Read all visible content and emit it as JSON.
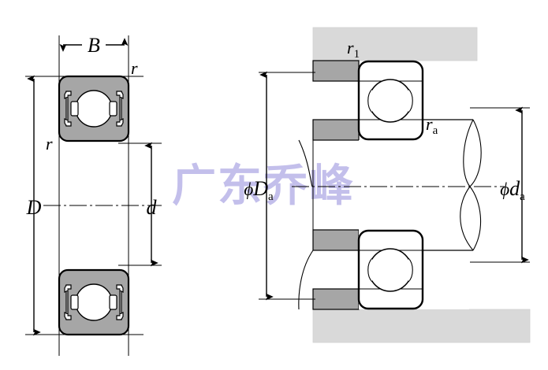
{
  "drawing": {
    "title": "Deep groove ball bearing sectional drawing with mounting dimensions",
    "background_color": "#ffffff",
    "line_color": "#000000",
    "seal_fill_color": "#a6a6a6",
    "housing_fill_color": "#d9d9d9",
    "shaft_fill_color": "#ffffff",
    "shoulder_fill_color": "#a6a6a6",
    "watermark": {
      "text": "广东乔峰",
      "color": "#b9b4e8"
    },
    "left_view": {
      "name": "bearing-cross-section",
      "labels": {
        "width": "B",
        "outer_diameter": "D",
        "bore_diameter": "d",
        "fillet_top": "r",
        "fillet_left": "r"
      }
    },
    "right_view": {
      "name": "bearing-mounting-section",
      "labels": {
        "housing_fillet": "r",
        "housing_fillet_sub": "1",
        "shaft_fillet": "r",
        "shaft_fillet_sub": "a",
        "housing_shoulder_dia": "D",
        "housing_shoulder_dia_sub": "a",
        "housing_shoulder_dia_prefix": "ϕ",
        "shaft_shoulder_dia": "d",
        "shaft_shoulder_dia_sub": "a",
        "shaft_shoulder_dia_prefix": "ϕ"
      }
    }
  }
}
